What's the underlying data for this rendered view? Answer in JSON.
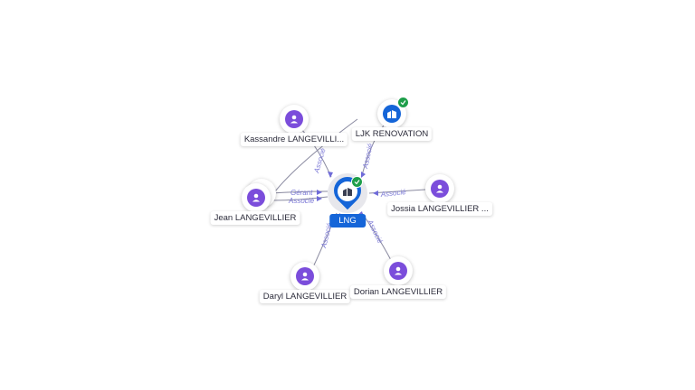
{
  "center": {
    "label": "LNG",
    "icon": "company-icon",
    "verified": true
  },
  "nodes": [
    {
      "id": "kassandre",
      "label": "Kassandre LANGEVILLI...",
      "type": "person",
      "icon": "person-icon"
    },
    {
      "id": "ljk",
      "label": "LJK RENOVATION",
      "type": "company",
      "icon": "company-icon",
      "verified": true
    },
    {
      "id": "jean",
      "label": "Jean LANGEVILLIER",
      "type": "person",
      "icon": "person-icon"
    },
    {
      "id": "jossia",
      "label": "Jossia LANGEVILLIER ...",
      "type": "person",
      "icon": "person-icon"
    },
    {
      "id": "daryl",
      "label": "Daryl LANGEVILLIER",
      "type": "person",
      "icon": "person-icon"
    },
    {
      "id": "dorian",
      "label": "Dorian LANGEVILLIER",
      "type": "person",
      "icon": "person-icon"
    }
  ],
  "edges": [
    {
      "from": "kassandre",
      "label": "Associé"
    },
    {
      "from": "ljk",
      "label": "Associé"
    },
    {
      "from": "jean",
      "label": "Gérant"
    },
    {
      "from": "jean",
      "label": "Associé"
    },
    {
      "from": "jossia",
      "label": "Associé"
    },
    {
      "from": "daryl",
      "label": "Associé"
    },
    {
      "from": "dorian",
      "label": "Associé"
    }
  ],
  "colors": {
    "person": "#7b4ddb",
    "company": "#1565d8",
    "verified": "#1e9e4a",
    "edge_label": "#7b78d6"
  }
}
